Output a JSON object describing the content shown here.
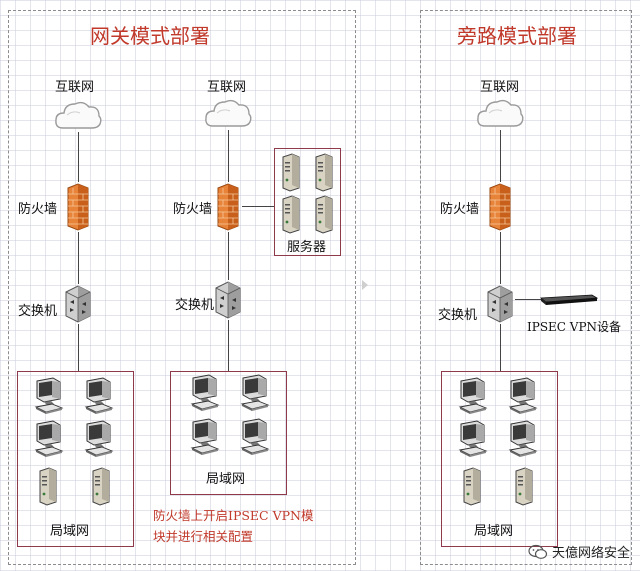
{
  "gateway": {
    "title": "网关模式部署",
    "left": {
      "internet": "互联网",
      "firewall": "防火墙",
      "switch": "交换机",
      "lan": "局域网"
    },
    "mid": {
      "internet": "互联网",
      "firewall": "防火墙",
      "switch": "交换机",
      "servers": "服务器",
      "lan": "局域网",
      "note_line1": "防火墙上开启IPSEC VPN模",
      "note_line2": "块并进行相关配置"
    }
  },
  "bypass": {
    "title": "旁路模式部署",
    "internet": "互联网",
    "firewall": "防火墙",
    "switch": "交换机",
    "vpn_device": "IPSEC VPN设备",
    "lan": "局域网"
  },
  "watermark": "天億网络安全",
  "icons": {
    "cloud": "cloud-icon",
    "firewall": "firewall-icon",
    "switch": "switch-icon",
    "pc": "computer-icon",
    "server": "server-icon",
    "vpn": "vpn-appliance-icon"
  }
}
